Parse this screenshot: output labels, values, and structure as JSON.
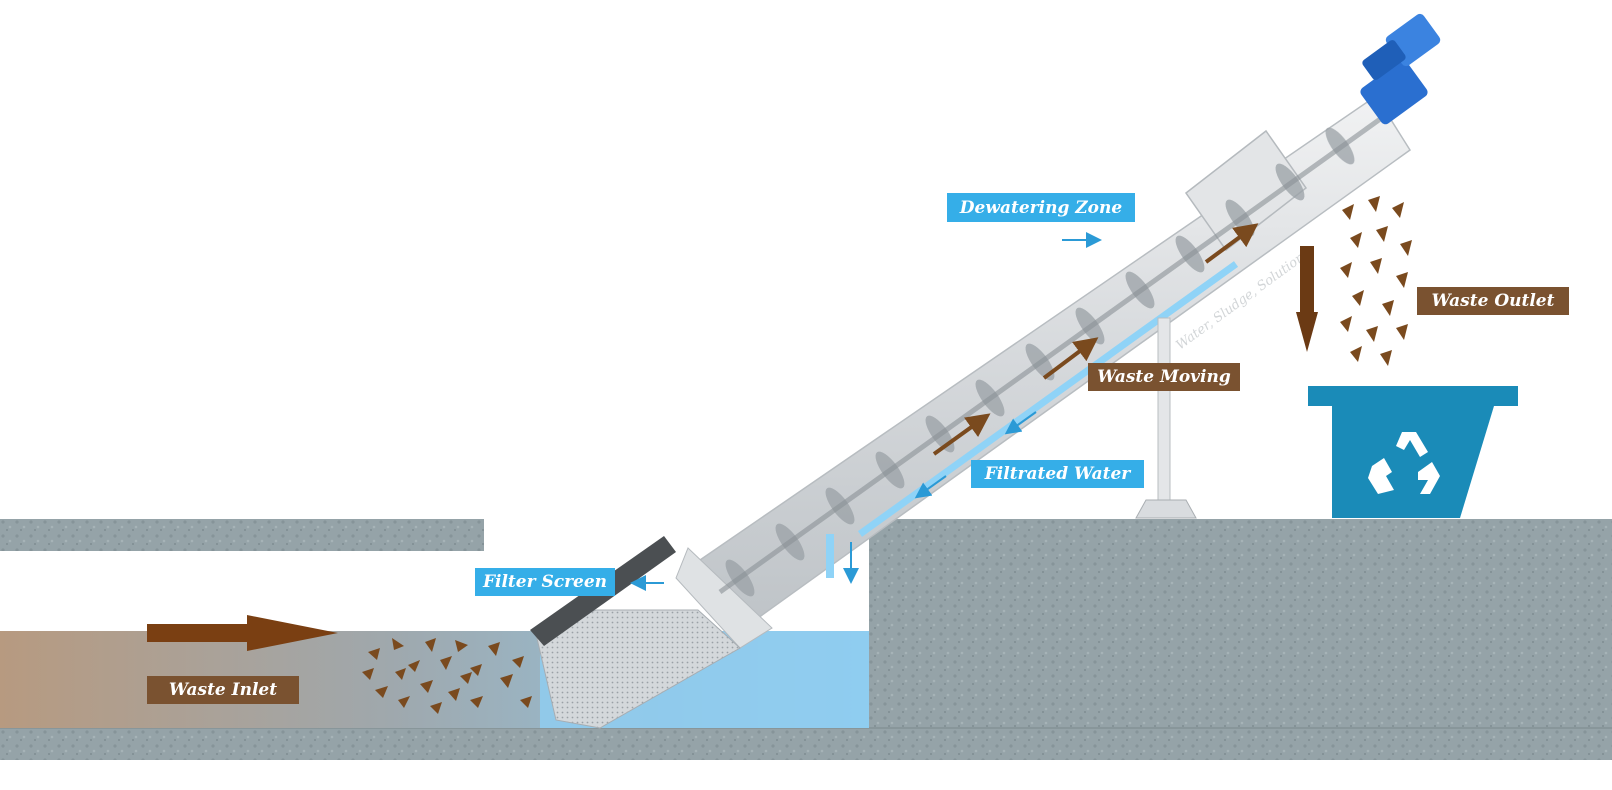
{
  "labels": {
    "dewatering_zone": "Dewatering Zone",
    "waste_outlet": "Waste Outlet",
    "waste_moving": "Waste Moving",
    "filtrated_water": "Filtrated Water",
    "filter_screen": "Filter Screen",
    "waste_inlet": "Waste Inlet"
  },
  "watermark": "Water, Sludge, Solutions",
  "icons": {
    "bin_symbol": "recycle-icon",
    "drive": "motor-icon"
  },
  "colors": {
    "blue_label": "#35aee8",
    "brown_label": "#7a5230",
    "water": "#8fcdf0",
    "waste": "#7a4a1e",
    "concrete": "#95a3a8",
    "bin": "#1a8bb8",
    "motor": "#2a6fd0",
    "steel": "#d9dcdf"
  }
}
